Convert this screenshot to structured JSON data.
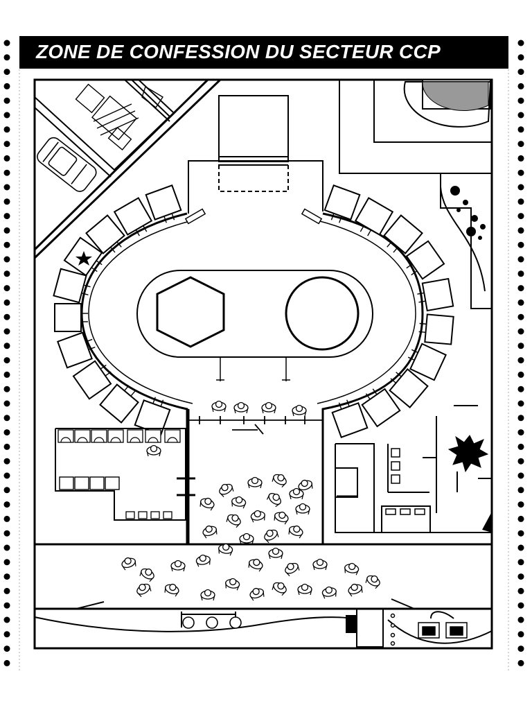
{
  "title": "ZONE DE CONFESSION DU SECTEUR CCP",
  "colors": {
    "ink": "#000000",
    "paper": "#ffffff"
  },
  "map": {
    "type": "floor-plan",
    "icons": [
      "star-icon",
      "burst-icon",
      "car-icon",
      "person-icon",
      "hexagon-shape",
      "circle-shape"
    ]
  }
}
